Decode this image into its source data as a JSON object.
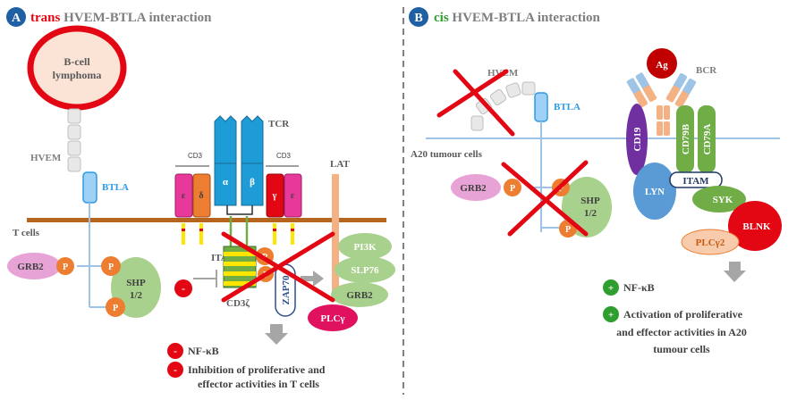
{
  "panel_a": {
    "badge": "A",
    "title_prefix": "trans",
    "title_rest": " HVEM-BTLA interaction",
    "lymphoma_l1": "B-cell",
    "lymphoma_l2": "lymphoma",
    "hvem": "HVEM",
    "btla": "BTLA",
    "tcells": "T cells",
    "tcr": "TCR",
    "cd3_left": "CD3",
    "cd3_right": "CD3",
    "eps1": "ε",
    "delta": "δ",
    "alpha": "α",
    "beta": "β",
    "gamma": "γ",
    "eps2": "ε",
    "lat": "LAT",
    "itam": "ITAM",
    "cd3z": "CD3ζ",
    "zap70": "ZAP70",
    "grb2": "GRB2",
    "p": "P",
    "shp_l1": "SHP",
    "shp_l2": "1/2",
    "minus": "-",
    "pi3k": "PI3K",
    "slp76": "SLP76",
    "grb2b": "GRB2",
    "plcg": "PLCγ",
    "nfkb": "NF-κB",
    "inhib_l1": "Inhibition of proliferative and",
    "inhib_l2": "effector activities in T cells"
  },
  "panel_b": {
    "badge": "B",
    "title_prefix": "cis",
    "title_rest": " HVEM-BTLA interaction",
    "hvem": "HVEM",
    "btla": "BTLA",
    "ag": "Ag",
    "bcr": "BCR",
    "cd19": "CD19",
    "cd79b": "CD79B",
    "cd79a": "CD79A",
    "a20": "A20 tumour cells",
    "grb2": "GRB2",
    "p": "P",
    "shp_l1": "SHP",
    "shp_l2": "1/2",
    "lyn": "LYN",
    "itam": "ITAM",
    "syk": "SYK",
    "blnk": "BLNK",
    "plcg2": "PLCγ2",
    "plus": "+",
    "nfkb": "NF-κB",
    "act_l1": "Activation of proliferative",
    "act_l2": "and effector activities in A20",
    "act_l3": "tumour cells"
  },
  "colors": {
    "badge_blue": "#1f5fa3",
    "red": "#e30613",
    "green_title": "#2e9e2e",
    "gray_text": "#7f7f7f",
    "membrane_a": "#b5651d",
    "membrane_b": "#9dc3e6",
    "btla_blue": "#2e9be6",
    "tcr_blue": "#1e9cd7",
    "magenta": "#e8399b",
    "orange": "#ed7d31",
    "green_soft": "#a9d18e",
    "pink_soft": "#e7a3d6",
    "lyn_blue": "#5b9bd5",
    "syk_green": "#70ad47",
    "cd19_purple": "#7030a0"
  }
}
